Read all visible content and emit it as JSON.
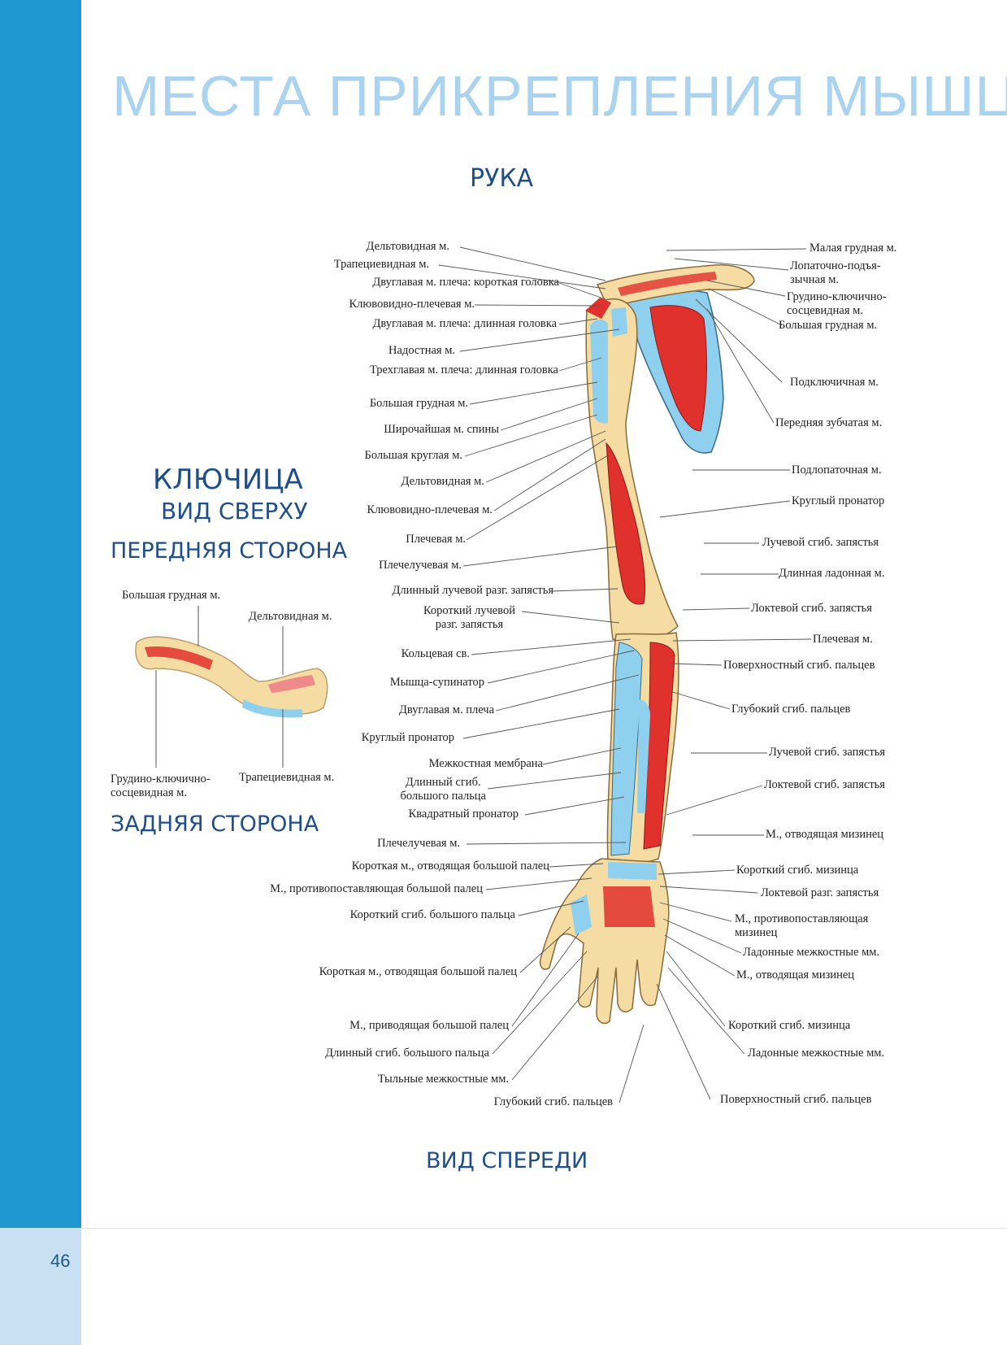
{
  "page_title": "МЕСТА ПРИКРЕПЛЕНИЯ МЫШЦ",
  "arm_title": "РУКА",
  "view_title": "ВИД СПЕРЕДИ",
  "clavicle": {
    "title": "КЛЮЧИЦА",
    "subtitle": "ВИД СВЕРХУ",
    "front_heading": "ПЕРЕДНЯЯ СТОРОНА",
    "back_heading": "ЗАДНЯЯ СТОРОНА",
    "labels": [
      "Большая грудная м.",
      "Дельтовидная м.",
      "Грудино-ключично-\nсосцевидная м.",
      "Трапециевидная м."
    ]
  },
  "page_number": "46",
  "left_labels": [
    "Дельтовидная м.",
    "Трапециевидная м.",
    "Двуглавая м. плеча: короткая головка",
    "Клювовидно-плечевая м.",
    "Двуглавая м. плеча: длинная головка",
    "Надостная м.",
    "Трехглавая м. плеча: длинная головка",
    "Большая грудная м.",
    "Широчайшая м. спины",
    "Большая круглая м.",
    "Дельтовидная м.",
    "Клювовидно-плечевая м.",
    "Плечевая м.",
    "Плечелучевая м.",
    "Длинный лучевой разг. запястья",
    "Короткий лучевой\nразг. запястья",
    "Кольцевая св.",
    "Мышца-супинатор",
    "Двуглавая м. плеча",
    "Круглый пронатор",
    "Межкостная мембрана",
    "Длинный сгиб.\nбольшого пальца",
    "Квадратный пронатор",
    "Плечелучевая м.",
    "Короткая м., отводящая большой палец",
    "М., противопоставляющая большой палец",
    "Короткий сгиб. большого пальца",
    "Короткая м., отводящая большой палец",
    "М., приводящая большой палец",
    "Длинный сгиб. большого пальца",
    "Тыльные межкостные мм.",
    "Глубокий сгиб. пальцев"
  ],
  "right_labels": [
    "Малая грудная м.",
    "Лопаточно-подъя-\nзычная м.",
    "Грудино-ключично-\nсосцевидная м.",
    "Большая грудная м.",
    "Подключичная м.",
    "Передняя зубчатая м.",
    "Подлопаточная м.",
    "Круглый пронатор",
    "Лучевой сгиб. запястья",
    "Длинная ладонная м.",
    "Локтевой сгиб. запястья",
    "Плечевая м.",
    "Поверхностный сгиб. пальцев",
    "Глубокий сгиб. пальцев",
    "Лучевой сгиб. запястья",
    "Локтевой сгиб. запястья",
    "М., отводящая мизинец",
    "Короткий сгиб. мизинца",
    "Локтевой разг. запястья",
    "М., противопоставляющая\nмизинец",
    "Ладонные межкостные мм.",
    "М., отводящая мизинец",
    "Короткий сгиб. мизинца",
    "Ладонные межкостные мм.",
    "Поверхностный сгиб. пальцев"
  ],
  "colors": {
    "sidebar": "#1f97d1",
    "muscle_origin": "#e0312c",
    "muscle_insertion": "#8fd0ee",
    "bone": "#f5dca2",
    "heading": "#1f4f8a",
    "title": "#a9d3ee"
  }
}
